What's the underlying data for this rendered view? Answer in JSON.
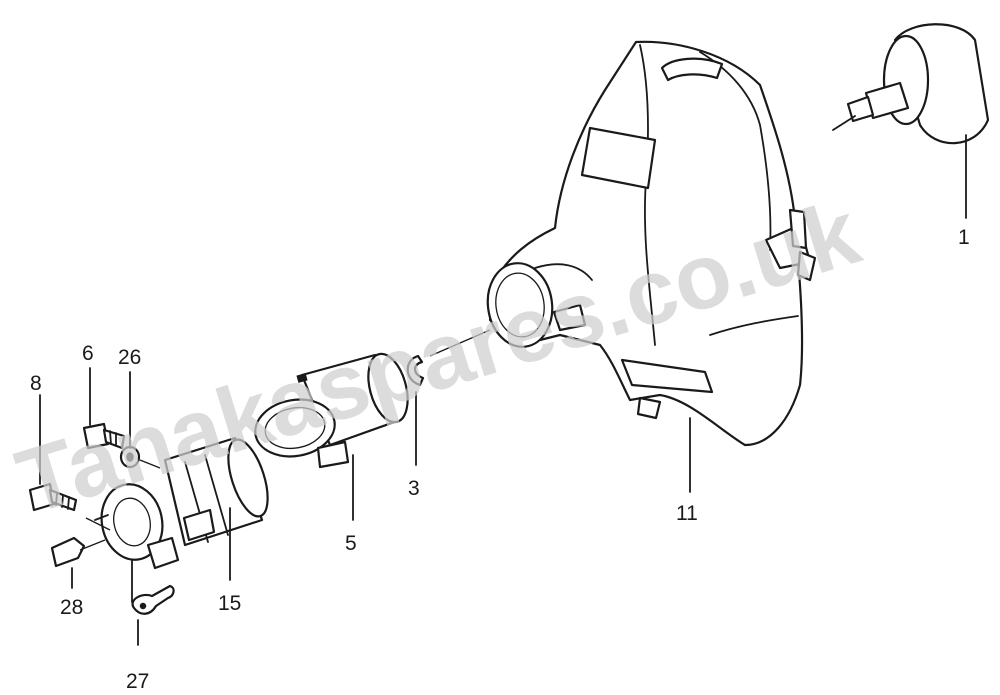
{
  "watermark": "Tanakaspares.co.uk",
  "callouts": {
    "p1": "1",
    "p3": "3",
    "p5": "5",
    "p6": "6",
    "p8": "8",
    "p11": "11",
    "p15": "15",
    "p26": "26",
    "p27": "27",
    "p28": "28"
  },
  "colors": {
    "line": "#1a1a1a",
    "watermark": "#cfcfcf",
    "background": "#ffffff"
  }
}
